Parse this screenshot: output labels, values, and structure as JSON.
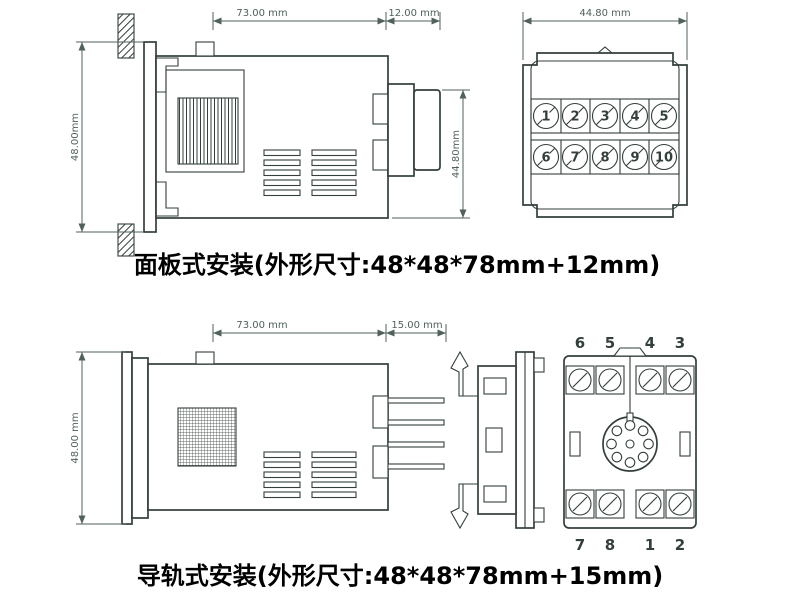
{
  "panel_mount": {
    "dims": {
      "width": "73.00 mm",
      "extension": "12.00 mm",
      "height": "48.00mm",
      "side_height": "44.80mm"
    },
    "rear": {
      "width": "44.80 mm",
      "terminals_row1": [
        "1",
        "2",
        "3",
        "4",
        "5"
      ],
      "terminals_row2": [
        "6",
        "7",
        "8",
        "9",
        "10"
      ]
    },
    "caption": "面板式安装(外形尺寸:48*48*78mm+12mm)"
  },
  "rail_mount": {
    "dims": {
      "width": "73.00 mm",
      "extension": "15.00 mm",
      "height": "48.00 mm"
    },
    "socket": {
      "top_numbers": [
        "6",
        "5",
        "4",
        "3"
      ],
      "bottom_numbers": [
        "7",
        "8",
        "1",
        "2"
      ]
    },
    "caption": "导轨式安装(外形尺寸:48*48*78mm+15mm)"
  },
  "colors": {
    "line_color": "#333f3a",
    "dim_color": "#51615b",
    "caption_color": "#000000"
  }
}
